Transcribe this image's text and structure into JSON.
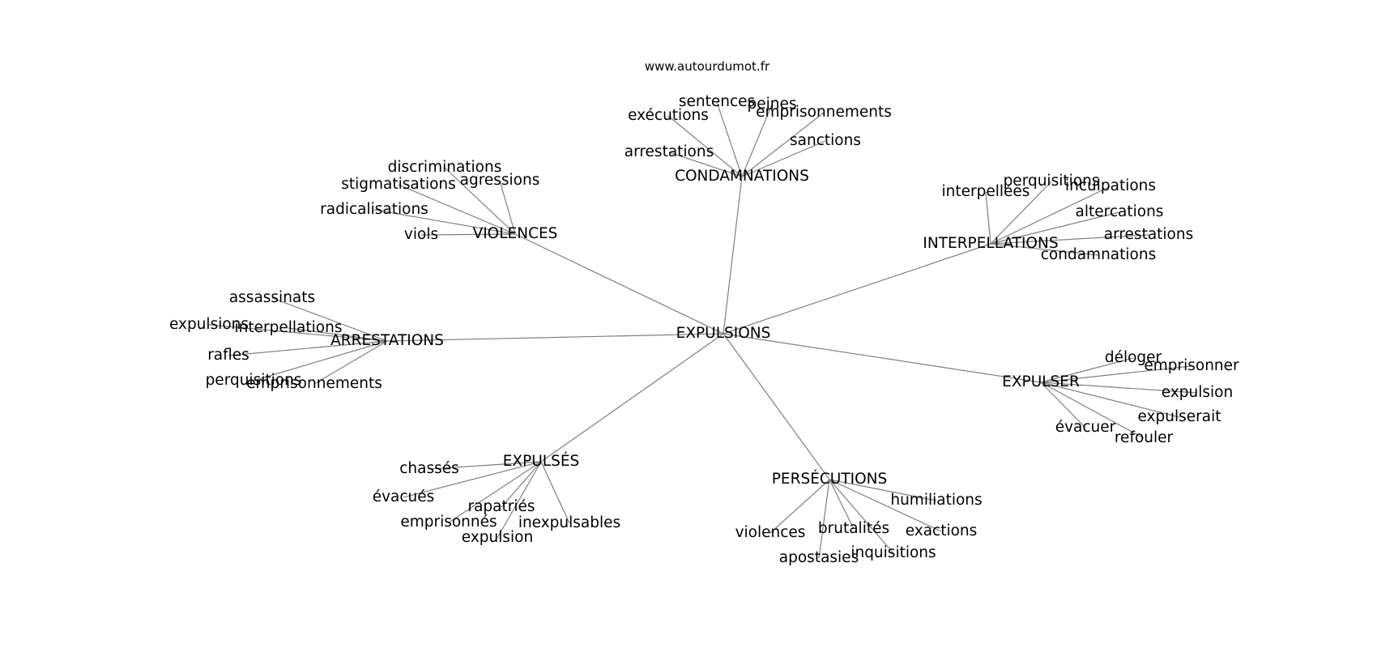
{
  "site": "www.autourdumot.fr",
  "colors": {
    "edge": "#808080",
    "text": "#000000",
    "background": "#ffffff"
  },
  "graph": {
    "root": "EXPULSIONS",
    "hubs": [
      {
        "label": "CONDAMNATIONS",
        "leaves": [
          "sentences",
          "peines",
          "exécutions",
          "emprisonnements",
          "arrestations",
          "sanctions"
        ]
      },
      {
        "label": "VIOLENCES",
        "leaves": [
          "discriminations",
          "stigmatisations",
          "agressions",
          "radicalisations",
          "viols"
        ]
      },
      {
        "label": "INTERPELLATIONS",
        "leaves": [
          "perquisitions",
          "interpellées",
          "inculpations",
          "altercations",
          "arrestations",
          "condamnations"
        ]
      },
      {
        "label": "ARRESTATIONS",
        "leaves": [
          "assassinats",
          "expulsions",
          "interpellations",
          "rafles",
          "perquisitions",
          "emprisonnements"
        ]
      },
      {
        "label": "EXPULSER",
        "leaves": [
          "déloger",
          "emprisonner",
          "expulsion",
          "expulserait",
          "évacuer",
          "refouler"
        ]
      },
      {
        "label": "EXPULSÉS",
        "leaves": [
          "chassés",
          "évacués",
          "rapatriés",
          "emprisonnés",
          "inexpulsables",
          "expulsion"
        ]
      },
      {
        "label": "PERSÉCUTIONS",
        "leaves": [
          "humiliations",
          "violences",
          "brutalités",
          "exactions",
          "apostasies",
          "inquisitions"
        ]
      }
    ]
  }
}
